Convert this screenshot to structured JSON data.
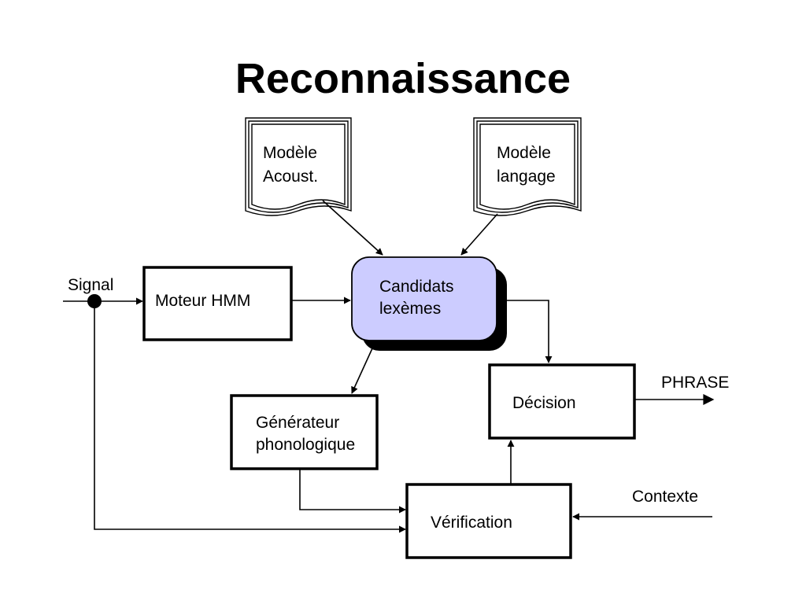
{
  "title": "Reconnaissance",
  "nodes": {
    "modele_acoust": [
      "Modèle",
      "Acoust."
    ],
    "modele_langage": [
      "Modèle",
      "langage"
    ],
    "moteur_hmm": "Moteur HMM",
    "candidats": [
      "Candidats",
      "lexèmes"
    ],
    "generateur": [
      "Générateur",
      "phonologique"
    ],
    "decision": "Décision",
    "verification": "Vérification"
  },
  "io_labels": {
    "signal": "Signal",
    "phrase": "PHRASE",
    "contexte": "Contexte"
  },
  "colors": {
    "candidats_fill": "#ccccff",
    "candidats_shadow": "#000000",
    "lines": "#000000"
  }
}
